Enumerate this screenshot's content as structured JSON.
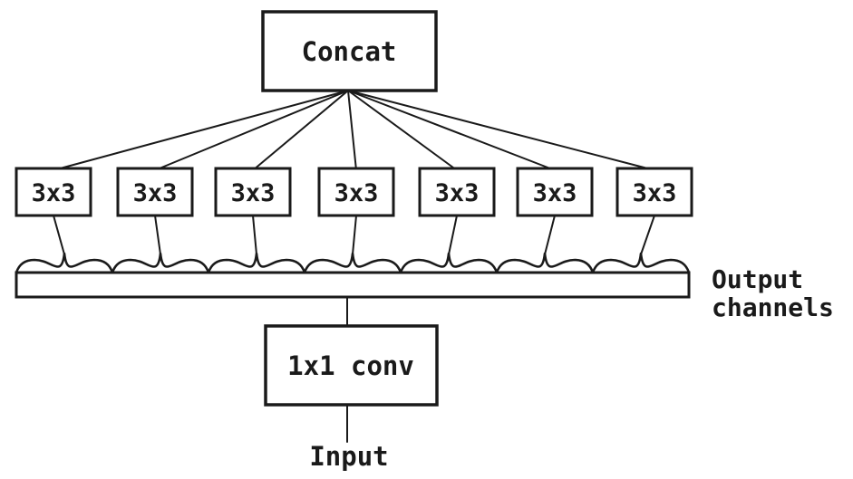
{
  "diagram": {
    "concat_label": "Concat",
    "branch_boxes": [
      "3x3",
      "3x3",
      "3x3",
      "3x3",
      "3x3",
      "3x3",
      "3x3"
    ],
    "output_label_line1": "Output",
    "output_label_line2": "channels",
    "conv_label": "1x1 conv",
    "input_label": "Input",
    "colors": {
      "ink": "#1a1a1a",
      "background": "#ffffff"
    }
  }
}
